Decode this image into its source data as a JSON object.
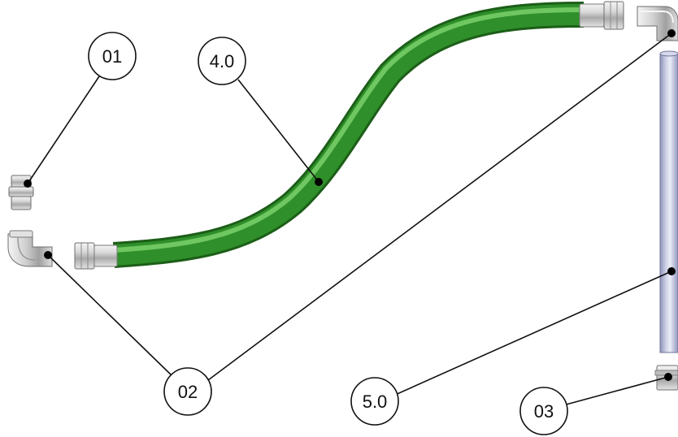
{
  "callouts": {
    "c01": "01",
    "c40": "4.0",
    "c02": "02",
    "c50": "5.0",
    "c03": "03"
  },
  "colors": {
    "hose": "#2f8f2a",
    "hose_highlight": "#7fd46f",
    "hose_shadow": "#1c5e18",
    "fitting_metal": "#c9c9c9",
    "tube": "#b7bbd6",
    "tube_shadow": "#8a8fb3"
  },
  "parts": [
    {
      "id": "01",
      "name": "straight-fitting-icon"
    },
    {
      "id": "02",
      "name": "elbow-fitting-icon"
    },
    {
      "id": "4.0",
      "name": "flexible-hose-icon"
    },
    {
      "id": "5.0",
      "name": "rigid-tube-icon"
    },
    {
      "id": "03",
      "name": "end-fitting-icon"
    }
  ]
}
